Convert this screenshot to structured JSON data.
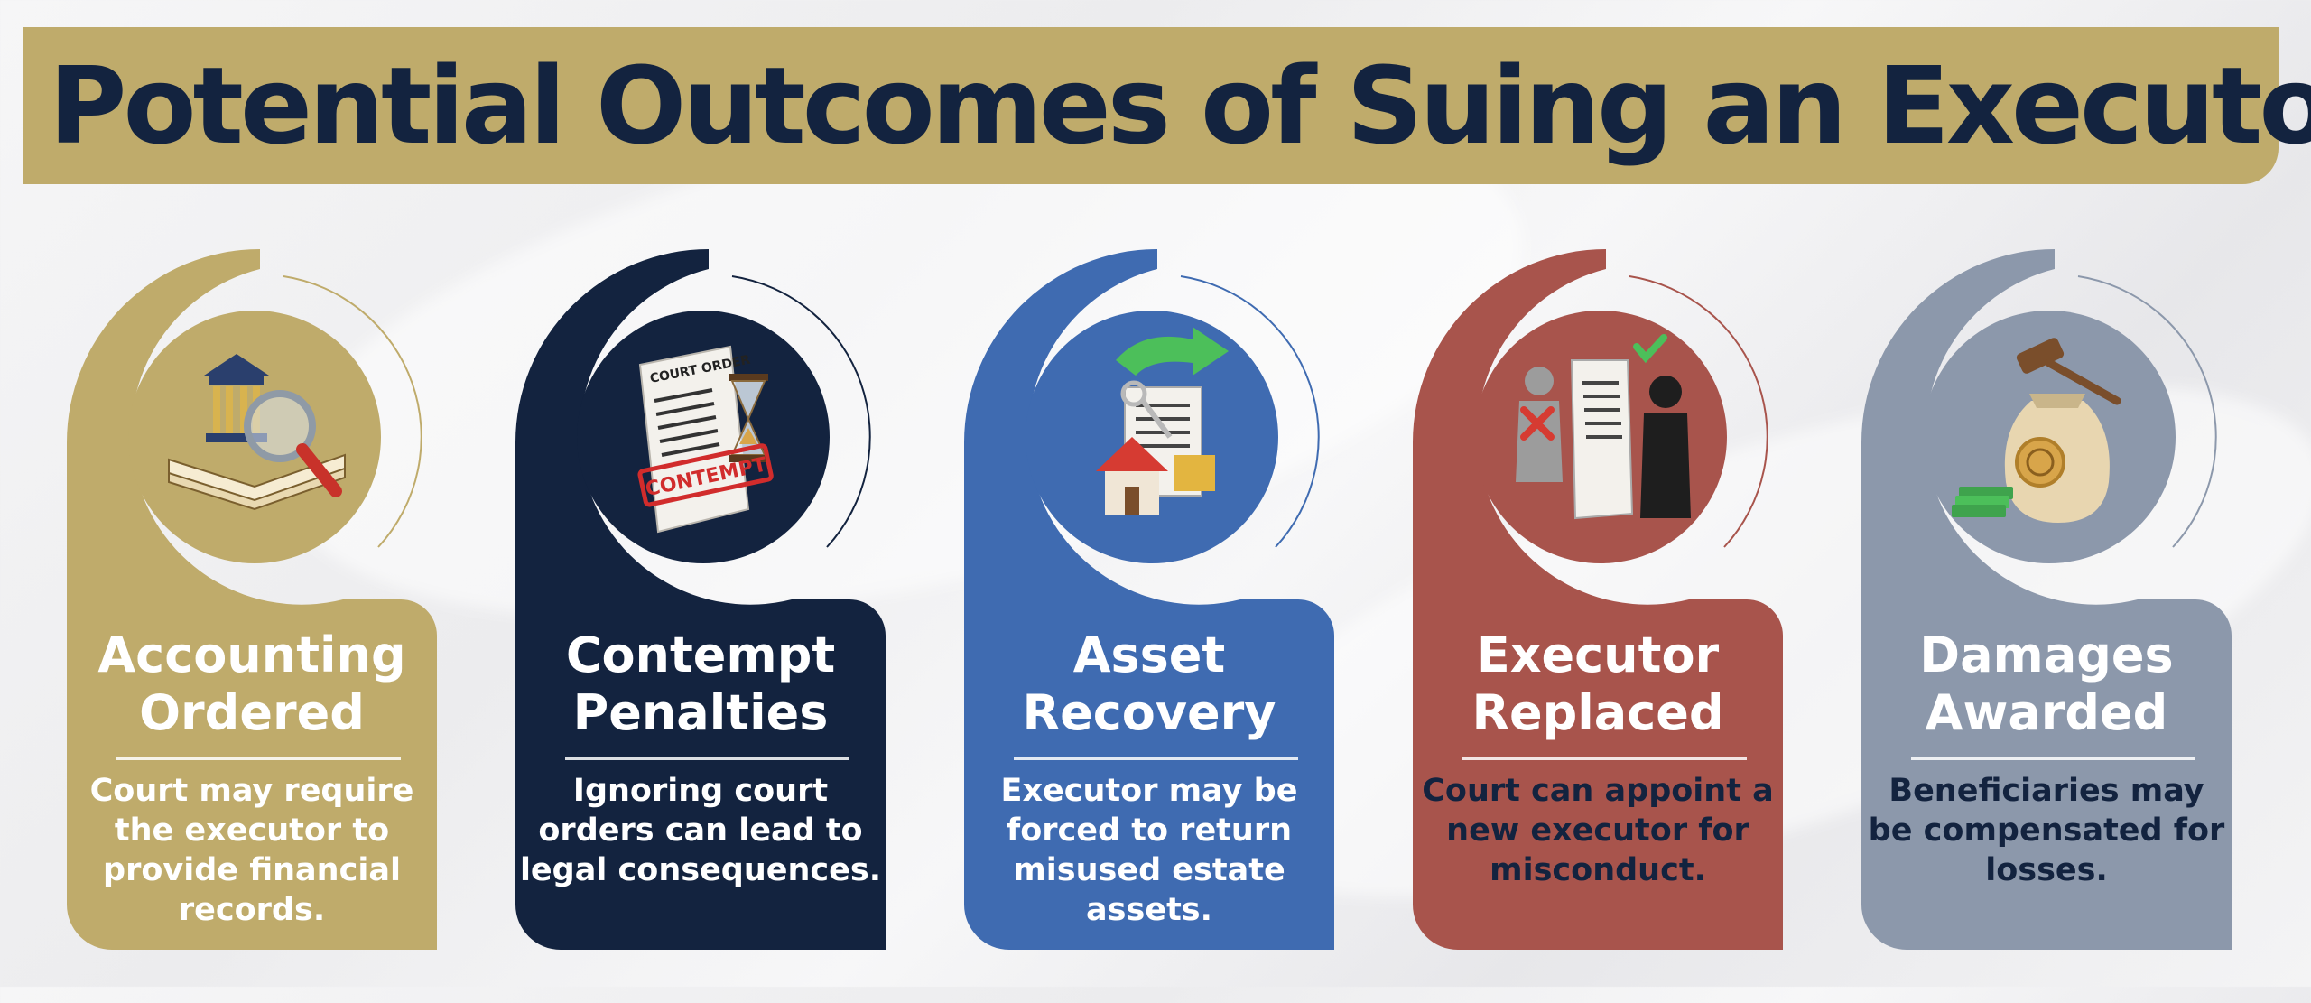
{
  "title": "Potential Outcomes of Suing an Executor",
  "colors": {
    "gold": "#bfab6b",
    "navy": "#13233f",
    "blue": "#3f6bb1",
    "red": "#a8544c",
    "slate": "#8c98ab"
  },
  "cards": [
    {
      "title": "Accounting Ordered",
      "description": "Court may require the executor to provide financial records.",
      "icon": "courthouse-ledger-magnifier-icon",
      "color": "#bfab6b"
    },
    {
      "title": "Contempt Penalties",
      "description": "Ignoring court orders can lead to legal consequences.",
      "icon": "court-order-hourglass-icon",
      "icon_text_1": "COURT ORDER",
      "icon_text_2": "CONTEMPT",
      "color": "#13233f"
    },
    {
      "title": "Asset Recovery",
      "description": "Executor may be forced to return misused estate assets.",
      "icon": "house-keys-document-icon",
      "color": "#3f6bb1"
    },
    {
      "title": "Executor Replaced",
      "description": "Court can appoint a new executor for misconduct.",
      "icon": "executor-swap-icon",
      "color": "#a8544c"
    },
    {
      "title": "Damages Awarded",
      "description": "Beneficiaries may be compensated for losses.",
      "icon": "money-bag-gavel-icon",
      "color": "#8c98ab"
    }
  ]
}
